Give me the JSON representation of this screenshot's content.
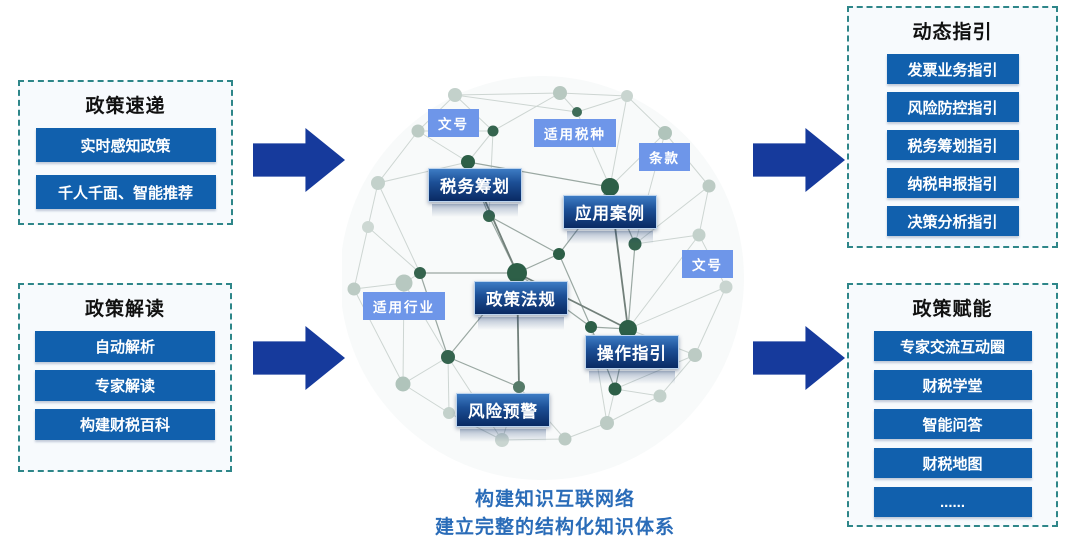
{
  "panels": {
    "left": [
      {
        "title": "政策速递",
        "items": [
          "实时感知政策",
          "千人千面、智能推荐"
        ]
      },
      {
        "title": "政策解读",
        "items": [
          "自动解析",
          "专家解读",
          "构建财税百科"
        ]
      }
    ],
    "right": [
      {
        "title": "动态指引",
        "items": [
          "发票业务指引",
          "风险防控指引",
          "税务筹划指引",
          "纳税申报指引",
          "决策分析指引"
        ]
      },
      {
        "title": "政策赋能",
        "items": [
          "专家交流互动圈",
          "财税学堂",
          "智能问答",
          "财税地图",
          "......"
        ]
      }
    ]
  },
  "network": {
    "entity_nodes": [
      "税务筹划",
      "应用案例",
      "政策法规",
      "操作指引",
      "风险预警"
    ],
    "attribute_labels": [
      "文号",
      "适用税种",
      "条款",
      "文号",
      "适用行业"
    ]
  },
  "caption": {
    "line1": "构建知识互联网络",
    "line2": "建立完整的结构化知识体系"
  },
  "colors": {
    "arrow_blue": "#163a9c",
    "item_button_blue": "#1160ad",
    "entity_box_gradient_top": "#3d7cc4",
    "entity_box_gradient_bottom": "#0a2a63",
    "attribute_label_blue": "#6e96e9",
    "panel_dashed_border_teal": "#2e8689",
    "caption_blue": "#2a6cb8",
    "graph_node_dark_green": "#2d5f47",
    "graph_node_light_sage": "#bcccc5"
  }
}
